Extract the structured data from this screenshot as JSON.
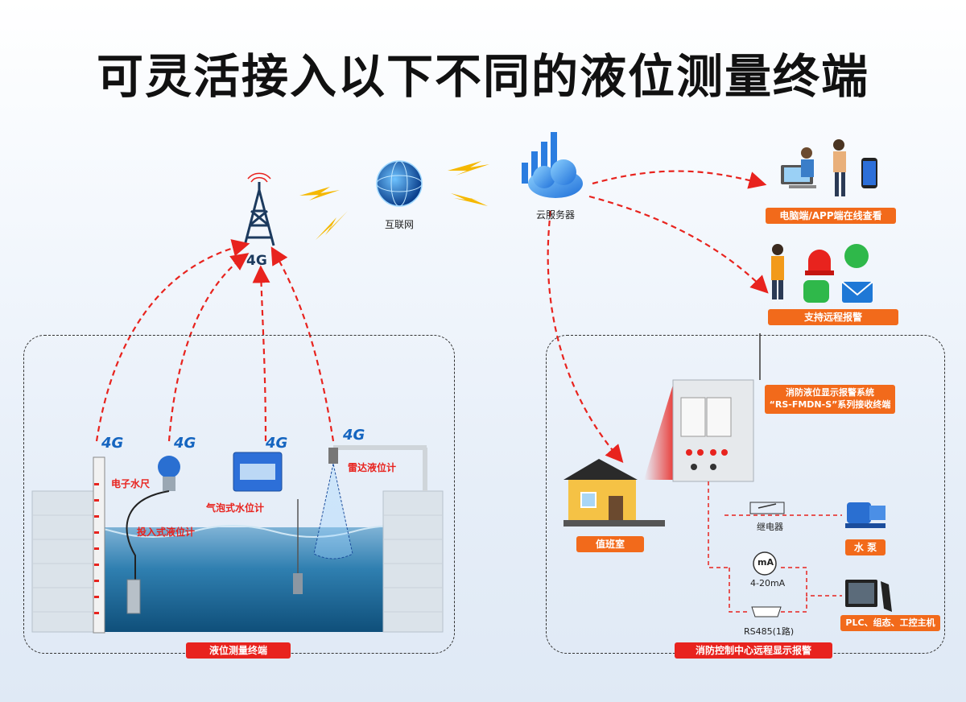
{
  "title": "可灵活接入以下不同的液位测量终端",
  "network": {
    "internet_label": "互联网",
    "cloud_label": "云服务器",
    "tower_label": "4G"
  },
  "outputs": {
    "pc_app_label": "电脑端/APP端在线查看",
    "alarm_label": "支持远程报警"
  },
  "left_panel": {
    "caption": "液位测量终端",
    "sensors": [
      {
        "label": "电子水尺",
        "signal": "4G"
      },
      {
        "label": "投入式液位计",
        "signal": "4G"
      },
      {
        "label": "气泡式水位计",
        "signal": "4G"
      },
      {
        "label": "雷达液位计",
        "signal": "4G"
      }
    ]
  },
  "right_panel": {
    "caption": "消防控制中心远程显示报警",
    "system_name_line1": "消防液位显示报警系统",
    "system_name_line2": "“RS-FMDN-S”系列接收终端",
    "duty_room_label": "值班室",
    "relay_label": "继电器",
    "current_label": "4-20mA",
    "current_icon_text": "mA",
    "rs485_label": "RS485(1路)",
    "pump_label": "水 泵",
    "plc_label": "PLC、组态、工控主机"
  },
  "colors": {
    "accent_orange": "#f26a1b",
    "arrow_red": "#e8231e",
    "brand_blue": "#1565c0"
  }
}
